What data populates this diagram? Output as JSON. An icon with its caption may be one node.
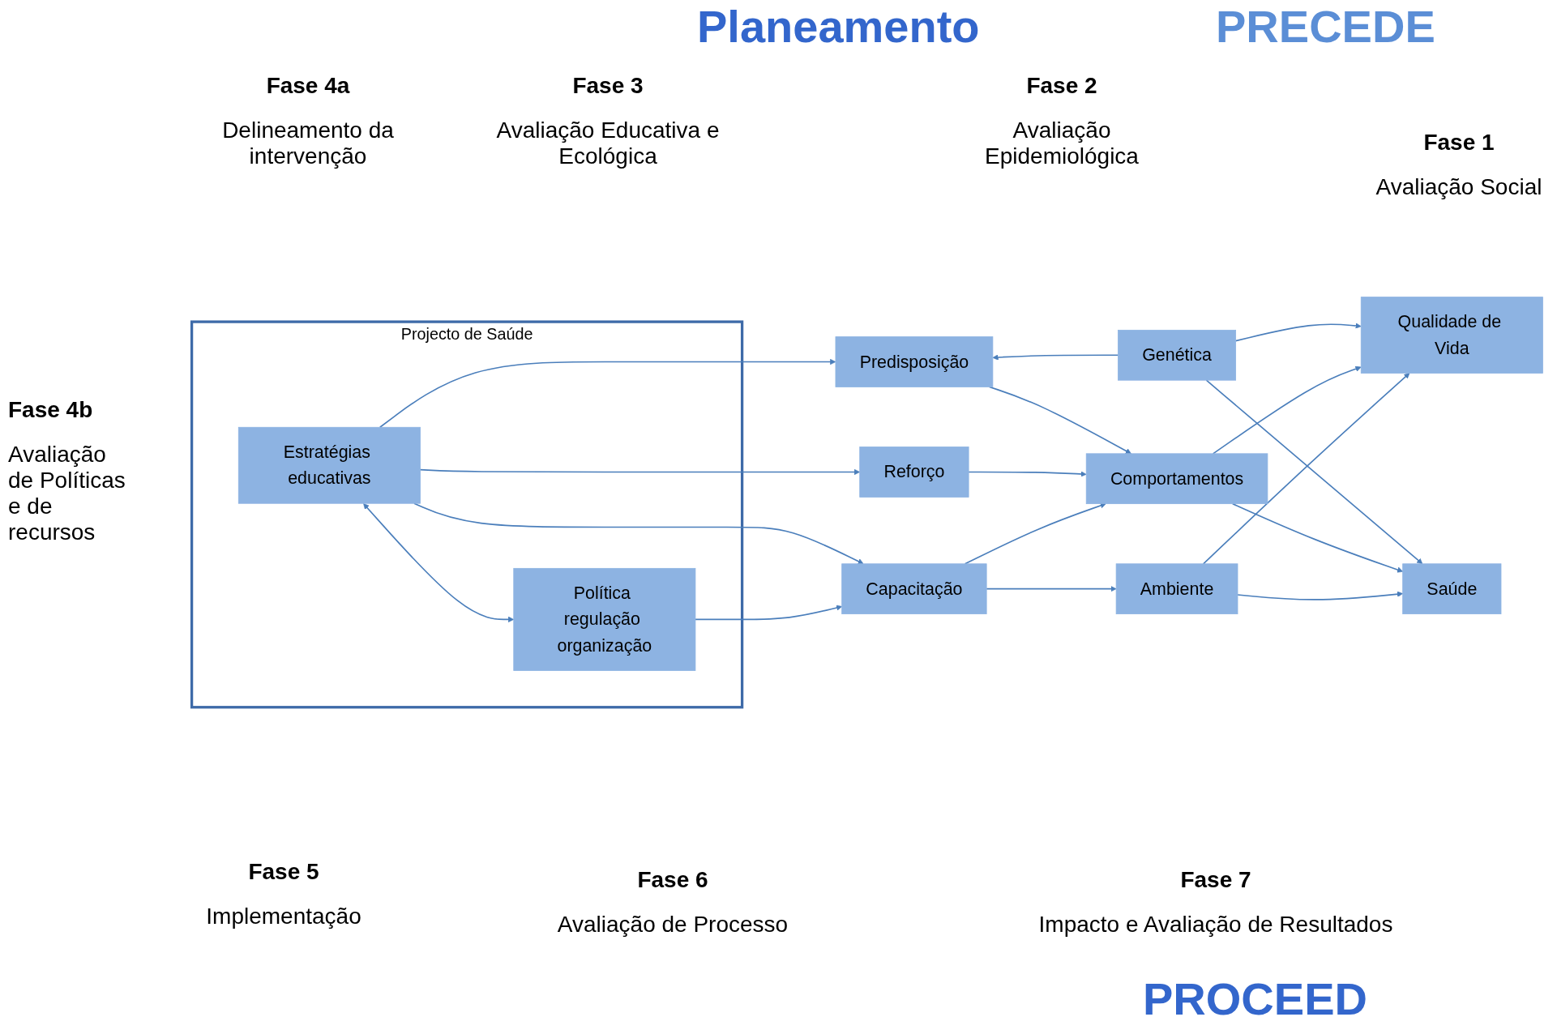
{
  "diagram": {
    "nodes": [
      {
        "text": [
          "Projecto de Saúde"
        ]
      },
      {
        "text": [
          "Estratégias educativas"
        ],
        "in": 0
      },
      {
        "text": [
          "Política regulação organização"
        ],
        "in": 0
      },
      {
        "text": [
          "Predisposição"
        ]
      },
      {
        "text": [
          "Reforço"
        ]
      },
      {
        "text": [
          "Capacitação"
        ]
      },
      {
        "text": [
          "Genética"
        ]
      },
      {
        "text": [
          "Comportamentos"
        ]
      },
      {
        "text": [
          "Ambiente"
        ]
      },
      {
        "text": [
          "Saúde"
        ]
      },
      {
        "text": [
          "Qualidade de Vida"
        ]
      }
    ],
    "edges": [
      {
        "from": 1,
        "to": 3,
        "arrow": "to"
      },
      {
        "from": 1,
        "to": 4,
        "arrow": "to"
      },
      {
        "from": 1,
        "to": 5,
        "arrow": "to"
      },
      {
        "from": 1,
        "to": 2,
        "arrow": "both"
      },
      {
        "from": 2,
        "to": 5,
        "arrow": "to"
      },
      {
        "from": 6,
        "to": 3,
        "arrow": "to"
      },
      {
        "from": 3,
        "to": 7,
        "arrow": "to"
      },
      {
        "from": 4,
        "to": 7,
        "arrow": "to"
      },
      {
        "from": 5,
        "to": 7,
        "arrow": "to"
      },
      {
        "from": 5,
        "to": 8,
        "arrow": "to"
      },
      {
        "from": 6,
        "to": 10,
        "arrow": "to"
      },
      {
        "from": 6,
        "to": 9,
        "arrow": "to"
      },
      {
        "from": 7,
        "to": 10,
        "arrow": "to"
      },
      {
        "from": 7,
        "to": 9,
        "arrow": "to"
      },
      {
        "from": 8,
        "to": 9,
        "arrow": "to"
      },
      {
        "from": 8,
        "to": 10,
        "arrow": "to"
      }
    ],
    "labels": [
      "PRECEDE",
      "Planeamento",
      "Fase 4a",
      "Delineamento da intervenção",
      "Fase 3",
      "Avaliação Educativa e Ecológica",
      "Fase 2",
      "Avaliação Epidemiológica",
      "Fase 1",
      "Avaliação Social",
      "Fase 4b",
      "Avaliação de Políticas e de recursos",
      "Fase 5",
      "Implementação",
      "Fase 6",
      "Avaliação de Processo",
      "Fase 7",
      "Impacto e Avaliação de Resultados",
      "PROCEED"
    ]
  }
}
